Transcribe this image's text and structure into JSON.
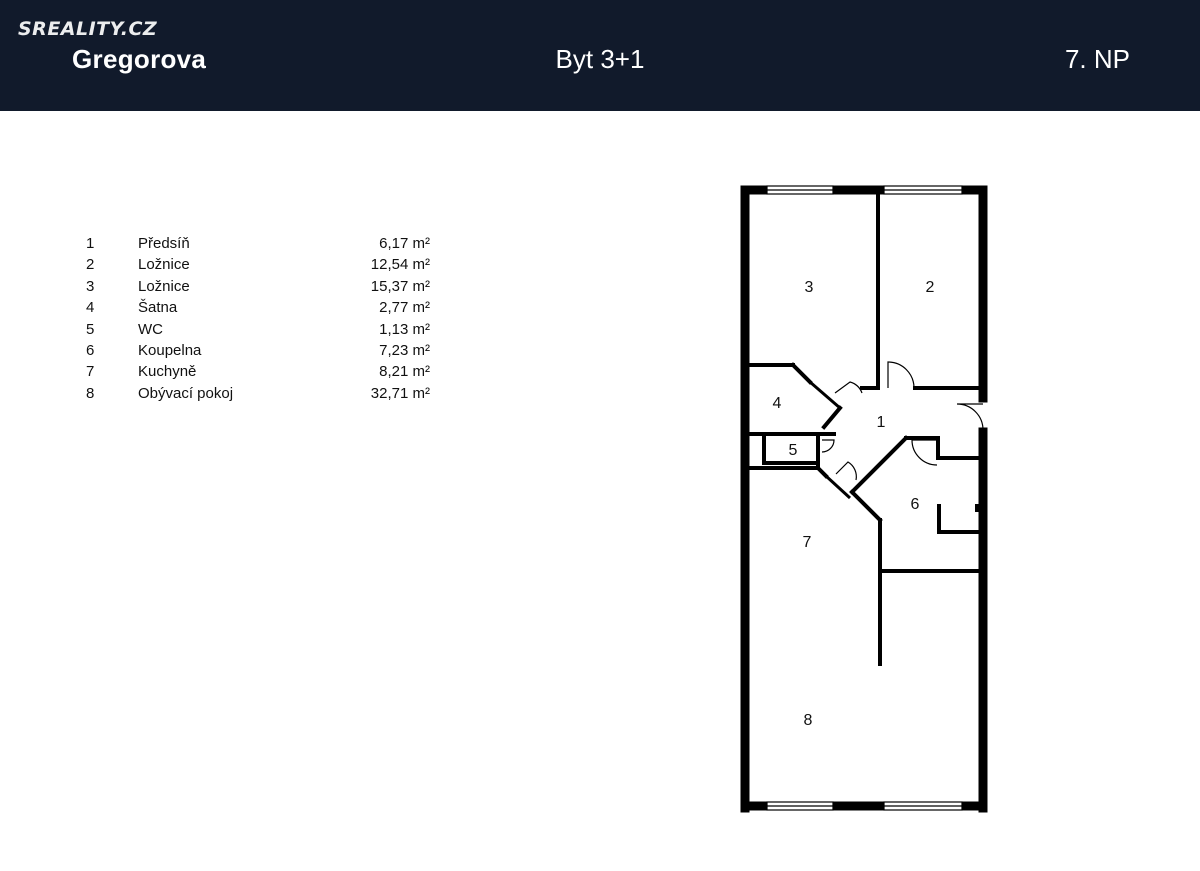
{
  "header": {
    "logo_text": "SREALITY.CZ",
    "address": "Gregorova",
    "unit_type": "Byt 3+1",
    "floor": "7. NP"
  },
  "rooms": [
    {
      "no": "1",
      "name": "Předsíň",
      "area": "6,17 m²"
    },
    {
      "no": "2",
      "name": "Ložnice",
      "area": "12,54 m²"
    },
    {
      "no": "3",
      "name": "Ložnice",
      "area": "15,37 m²"
    },
    {
      "no": "4",
      "name": "Šatna",
      "area": "2,77 m²"
    },
    {
      "no": "5",
      "name": "WC",
      "area": "1,13 m²"
    },
    {
      "no": "6",
      "name": "Koupelna",
      "area": "7,23 m²"
    },
    {
      "no": "7",
      "name": "Kuchyně",
      "area": "8,21 m²"
    },
    {
      "no": "8",
      "name": "Obývací pokoj",
      "area": "32,71 m²"
    }
  ],
  "plan_labels": [
    "1",
    "2",
    "3",
    "4",
    "5",
    "6",
    "7",
    "8"
  ],
  "colors": {
    "header_bg": "#111a2b",
    "header_text": "#ffffff",
    "wall": "#000000"
  }
}
